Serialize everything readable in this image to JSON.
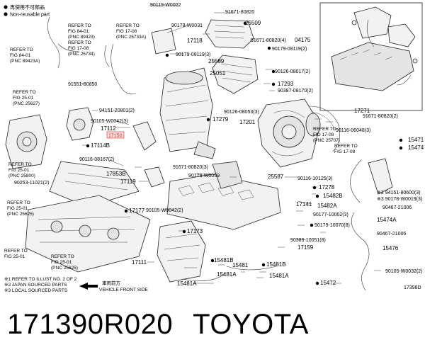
{
  "legend": {
    "reuse_marker_label": "再使用不可部品",
    "nonreuse_label": "Non-reusable part"
  },
  "labels": {
    "l90119_w0002": "90119-W0002",
    "l91671_80820a": "91671-80820",
    "l90178_w0031": "90178-W0031",
    "l25509": "25509",
    "l17118": "17118",
    "l91671_80820_4": "91671-80820(4)",
    "l04175": "04175",
    "l90179_08119_2": "90179-08119(2)",
    "l90179_08119_3": "90179-08119(3)",
    "l25589": "25589",
    "l90126_08017_2": "90126-08017(2)",
    "l25051": "25051",
    "l17293": "17293",
    "l90387_08170_2": "90387-08170(2)",
    "l91551_80850": "91551-80850",
    "l17271": "17271",
    "l91671_80820_2": "91671-80820(2)",
    "l94151_20801_2": "94151-20801(2)",
    "l90126_08053_3": "90126-08053(3)",
    "l17279": "17279",
    "l17201": "17201",
    "l90105_w0042_3": "90105-W0042(3)",
    "l17112": "17112",
    "l17150": "17150",
    "l90116_06048_3": "90116-06048(3)",
    "l17114b": "17114B",
    "l15471": "15471",
    "l15474": "15474",
    "l90116_08167_2": "90116-08167(2)",
    "l91671_80820_3": "91671-80820(3)",
    "l17853b": "17853B",
    "l90178_w0059": "90178-W0059",
    "l25587": "25587",
    "l90253_11021_2": "90253-11021(2)",
    "l17119": "17119",
    "l90116_10125_3": "90116-10125(3)",
    "l17278": "17278",
    "l94151_80600_3": "※2 94151-80600(3)",
    "l15482b": "15482B",
    "l90178_w0019_3": "※3 90178-W0019(3)",
    "l17141": "17141",
    "l15482a": "15482A",
    "l90467_21006a": "90467-21006",
    "l17177": "17177",
    "l90105_w0042_2": "90105-W0042(2)",
    "l90177_10002_3": "90177-10002(3)",
    "l15474a": "15474A",
    "l90179_10070_8": "90179-10070(8)",
    "l90467_21006b": "90467-21006",
    "l17173": "17173",
    "l90389_10051_8": "90389-10051(8)",
    "l17159": "17159",
    "l15476": "15476",
    "l17111": "17111",
    "l15481b_a": "15481B",
    "l15481": "15481",
    "l15481b_b": "15481B",
    "l90105_w0032_2": "90105-W0032(2)",
    "l15481a_a": "15481A",
    "l15481a_b": "15481A",
    "l15472": "15472",
    "l17398d": "17398D"
  },
  "refs": {
    "r1": [
      "REFER TO",
      "FIG 84-01",
      "(PNC 89423)"
    ],
    "r2": [
      "REFER TO",
      "FIG 17-08",
      "(PNC 25734)"
    ],
    "r3": [
      "REFER TO",
      "FIG 17-08",
      "(PNC 25733A)"
    ],
    "r4": [
      "REFER TO",
      "FIG 84-01",
      "(PNC 89423A)"
    ],
    "r5": [
      "REFER TO",
      "FIG 25-01",
      "(PNC 25627)"
    ],
    "r6": [
      "REFER TO",
      "FIG 17-08",
      "(PNC 25707)"
    ],
    "r7": [
      "REFER TO",
      "FIG 17-08"
    ],
    "r8": [
      "REFER TO",
      "FIG 25-01",
      "(PNC 25800)"
    ],
    "r9": [
      "REFER TO",
      "FIG 25-01",
      "(PNC 25625)"
    ],
    "r10": [
      "REFER TO",
      "FIG 25-01"
    ],
    "r11": [
      "REFER TO",
      "FIG 25-01",
      "(PNC 25625)"
    ]
  },
  "footnotes": [
    "※1 REFER TO ILLUST NO. 2 OF 2",
    "※2 JAPAN SOURCED PARTS",
    "※3 LOCAL SOURCED PARTS"
  ],
  "front": {
    "jp": "車両前方",
    "en": "VEHICLE FRONT SIDE"
  },
  "caption": {
    "part_number": "171390R020",
    "brand": "TOYOTA"
  },
  "colors": {
    "highlight": "#d8261e",
    "ink": "#000000"
  }
}
